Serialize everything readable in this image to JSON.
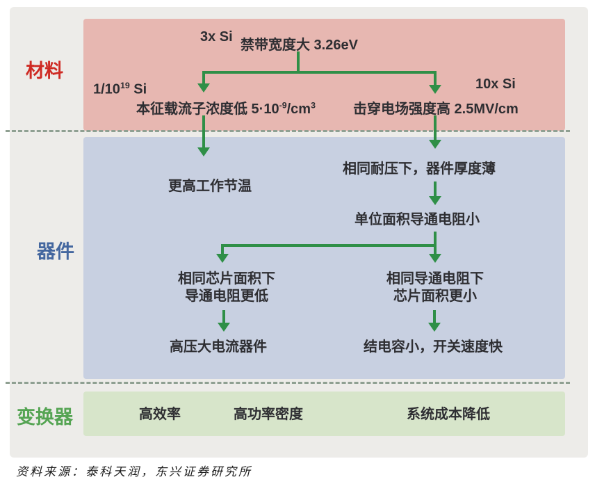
{
  "sections": {
    "material": {
      "label": "材料",
      "bandgap_multiplier": "3x Si",
      "bandgap": "禁带宽度大 3.26eV",
      "carrier_ratio_base": "1/10",
      "carrier_ratio_sup": "19",
      "carrier_ratio_suffix": " Si",
      "carrier_text": "本征载流子浓度低 5·10",
      "carrier_sup": "-9",
      "carrier_unit": "/cm",
      "carrier_unit_sup": "3",
      "breakdown_multiplier": "10x Si",
      "breakdown": "击穿电场强度高 2.5MV/cm"
    },
    "device": {
      "label": "器件",
      "junction_temp": "更高工作节温",
      "thickness": "相同耐压下，器件厚度薄",
      "area_resistance": "单位面积导通电阻小",
      "same_area_line1": "相同芯片面积下",
      "same_area_line2": "导通电阻更低",
      "same_res_line1": "相同导通电阻下",
      "same_res_line2": "芯片面积更小",
      "high_voltage": "高压大电流器件",
      "capacitance": "结电容小，开关速度快"
    },
    "converter": {
      "label": "变换器",
      "items": [
        "高效率",
        "高功率密度",
        "系统成本降低"
      ]
    }
  },
  "footer": {
    "source_note": "资料来源：泰科天润，东兴证券研究所"
  },
  "colors": {
    "material_label": "#ce2a23",
    "material_box": "#e7b7b1",
    "device_label": "#44679f",
    "device_box": "#c8d0e1",
    "converter_label": "#55a453",
    "converter_box": "#d7e5ca",
    "arrow": "#2f8f47",
    "separator_dash": "#8fa092",
    "panel_background": "#edece9"
  }
}
